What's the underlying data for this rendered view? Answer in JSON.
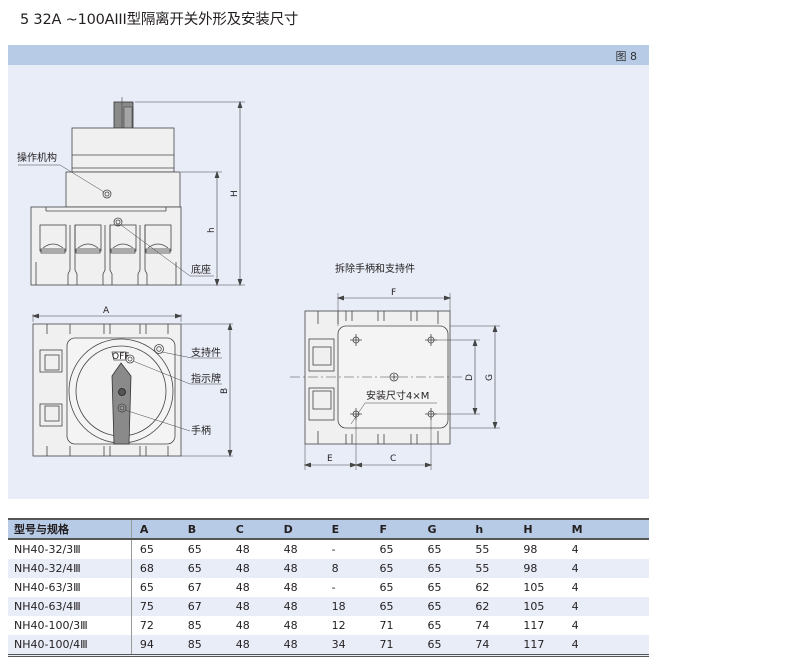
{
  "title": "5 32A ~100AIII型隔离开关外形及安装尺寸",
  "figure": {
    "label": "图 8",
    "callouts": {
      "operating_mechanism": "操作机构",
      "base": "底座",
      "support": "支持件",
      "indicator": "指示牌",
      "handle": "手柄",
      "off_mark": "OFF",
      "removed_note": "拆除手柄和支持件",
      "mount_size": "安装尺寸4×M"
    },
    "dimension_letters": {
      "A": "A",
      "B": "B",
      "C": "C",
      "D": "D",
      "E": "E",
      "F": "F",
      "G": "G",
      "h": "h",
      "H": "H"
    }
  },
  "table": {
    "headers": [
      "型号与规格",
      "A",
      "B",
      "C",
      "D",
      "E",
      "F",
      "G",
      "h",
      "H",
      "M"
    ],
    "rows": [
      [
        "NH40-32/3Ⅲ",
        "65",
        "65",
        "48",
        "48",
        "-",
        "65",
        "65",
        "55",
        "98",
        "4"
      ],
      [
        "NH40-32/4Ⅲ",
        "68",
        "65",
        "48",
        "48",
        "8",
        "65",
        "65",
        "55",
        "98",
        "4"
      ],
      [
        "NH40-63/3Ⅲ",
        "65",
        "67",
        "48",
        "48",
        "-",
        "65",
        "65",
        "62",
        "105",
        "4"
      ],
      [
        "NH40-63/4Ⅲ",
        "75",
        "67",
        "48",
        "48",
        "18",
        "65",
        "65",
        "62",
        "105",
        "4"
      ],
      [
        "NH40-100/3Ⅲ",
        "72",
        "85",
        "48",
        "48",
        "12",
        "71",
        "65",
        "74",
        "117",
        "4"
      ],
      [
        "NH40-100/4Ⅲ",
        "94",
        "85",
        "48",
        "48",
        "34",
        "71",
        "65",
        "74",
        "117",
        "4"
      ]
    ]
  },
  "colors": {
    "panel_bg": "#e8edf8",
    "header_bg": "#b8cbe6",
    "handle_fill": "#8a8a8a"
  }
}
